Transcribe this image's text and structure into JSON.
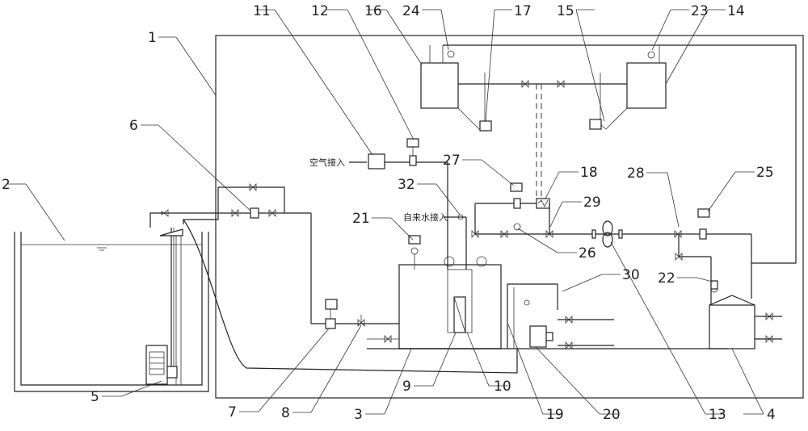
{
  "diagram": {
    "labels": {
      "n1": "1",
      "n2": "2",
      "n3": "3",
      "n4": "4",
      "n5": "5",
      "n6": "6",
      "n7": "7",
      "n8": "8",
      "n9": "9",
      "n10": "10",
      "n11": "11",
      "n12": "12",
      "n13": "13",
      "n14": "14",
      "n15": "15",
      "n16": "16",
      "n17": "17",
      "n18": "18",
      "n19": "19",
      "n20": "20",
      "n21": "21",
      "n22": "22",
      "n23": "23",
      "n24": "24",
      "n25": "25",
      "n26": "26",
      "n27": "27",
      "n28": "28",
      "n29": "29",
      "n30": "30",
      "n32": "32"
    },
    "text": {
      "air_inlet": "空气接入",
      "tap_water_inlet": "自来水接入"
    }
  }
}
